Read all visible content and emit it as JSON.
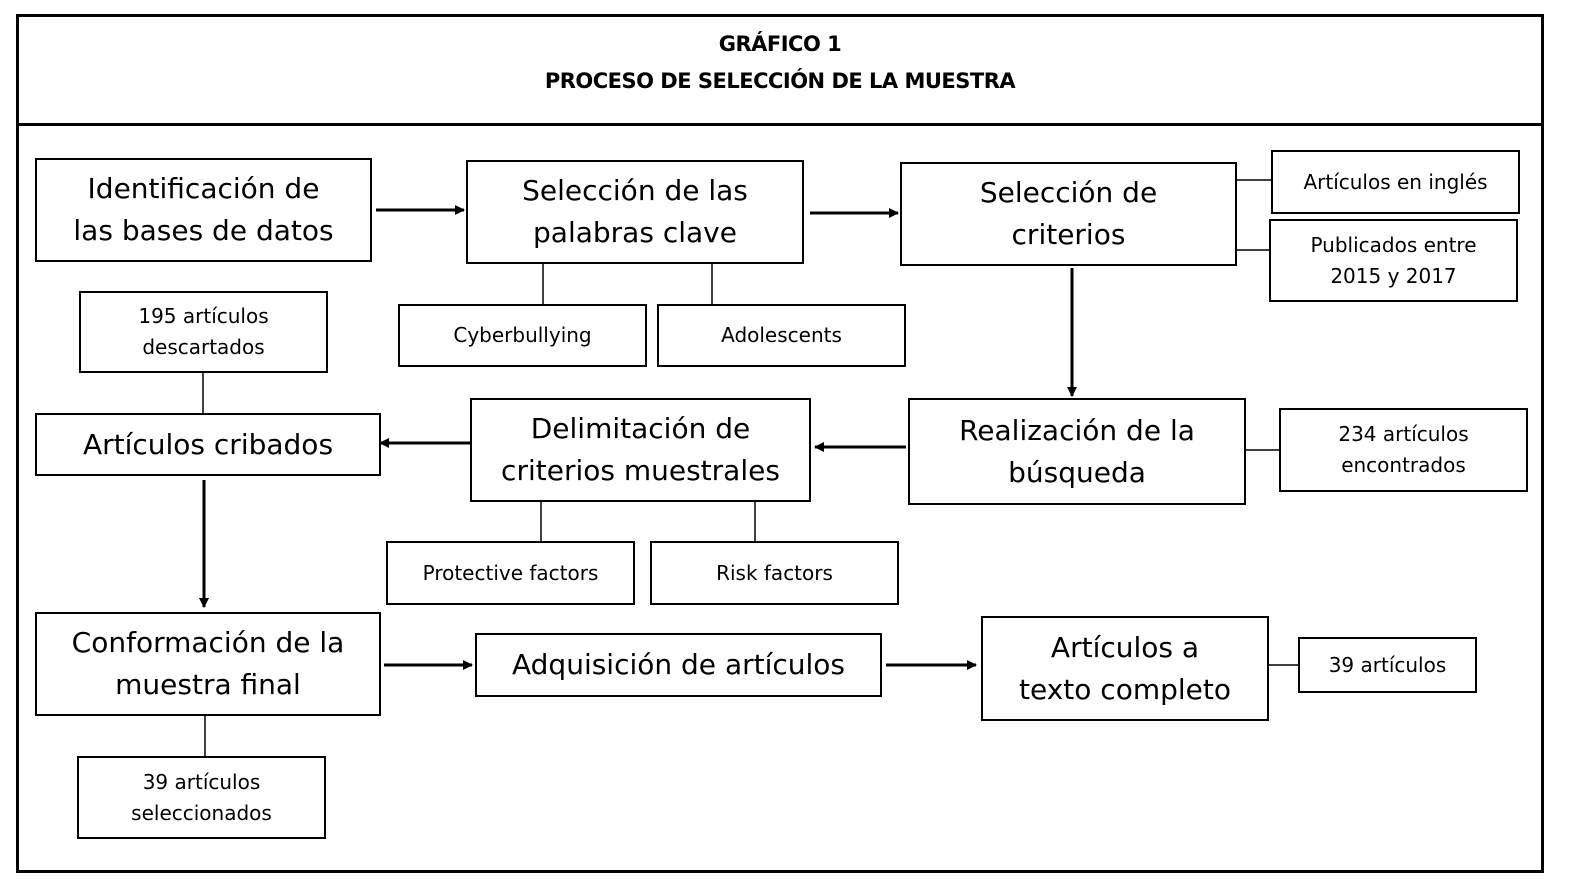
{
  "header": {
    "title": "GRÁFICO 1",
    "subtitle": "PROCESO DE SELECCIÓN DE LA MUESTRA"
  },
  "nodes": {
    "identificacion": "Identificación de\nlas bases de datos",
    "seleccion_palabras": "Selección de las\npalabras clave",
    "seleccion_criterios": "Selección de\ncriterios",
    "articulos_ingles": "Artículos en inglés",
    "publicados": "Publicados entre\n2015 y 2017",
    "descartados": "195 artículos\ndescartados",
    "cyberbullying": "Cyberbullying",
    "adolescents": "Adolescents",
    "cribados": "Artículos cribados",
    "delimitacion": "Delimitación de\ncriterios muestrales",
    "realizacion": "Realización de la\nbúsqueda",
    "encontrados": "234 artículos\nencontrados",
    "protective": "Protective factors",
    "risk": "Risk factors",
    "conformacion": "Conformación de la\nmuestra final",
    "adquisicion": "Adquisición de artículos",
    "texto_completo": "Artículos a\ntexto completo",
    "treinta_nueve": "39 artículos",
    "seleccionados": "39 artículos\nseleccionados"
  }
}
